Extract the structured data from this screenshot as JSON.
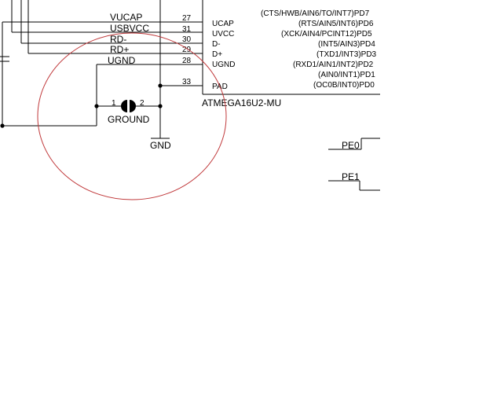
{
  "nets": {
    "vucap": "VUCAP",
    "usbvcc": "USBVCC",
    "rd_minus": "RD-",
    "rd_plus": "RD+",
    "ugnd": "UGND"
  },
  "chip": {
    "name": "ATMEGA16U2-MU",
    "pins": [
      {
        "num": "27",
        "name": "UCAP"
      },
      {
        "num": "31",
        "name": "UVCC"
      },
      {
        "num": "30",
        "name": "D-"
      },
      {
        "num": "29",
        "name": "D+"
      },
      {
        "num": "28",
        "name": "UGND"
      },
      {
        "num": "33",
        "name": "PAD"
      }
    ],
    "port_functions": [
      "(CTS/HWB/AIN6/TO/INT7)PD7",
      "(RTS/AIN5/INT6)PD6",
      "(XCK/AIN4/PCINT12)PD5",
      "(INT5/AIN3)PD4",
      "(TXD1/INT3)PD3",
      "(RXD1/AIN1/INT2)PD2",
      "(AIN0/INT1)PD1",
      "(OC0B/INT0)PD0"
    ]
  },
  "jumper": {
    "pin1": "1",
    "pin2": "2",
    "label": "GROUND"
  },
  "gnd_label": "GND",
  "ports": {
    "pe0": "PE0",
    "pe1": "PE1"
  },
  "colors": {
    "wire": "#000000",
    "highlight_circle": "#c0393b"
  }
}
